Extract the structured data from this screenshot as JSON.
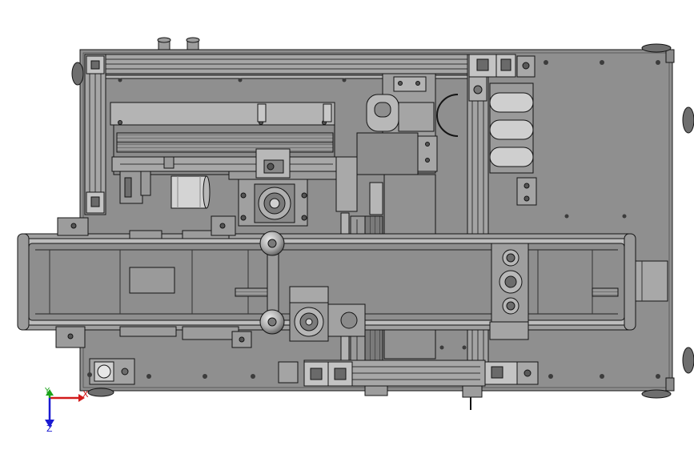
{
  "view": {
    "background": "#ffffff",
    "body_color": "#8f8f8f",
    "edge_color": "#141414",
    "dark_color": "#6e6e6e",
    "light_color": "#b5b5b5",
    "slot_color": "#a8a8a8",
    "roller_color": "#c9c9c9"
  },
  "triad": {
    "x_label": "X",
    "y_label": "Y",
    "z_label": "Z",
    "x_color": "#d21a1a",
    "y_color": "#1aa31a",
    "z_color": "#1a1ad2"
  }
}
